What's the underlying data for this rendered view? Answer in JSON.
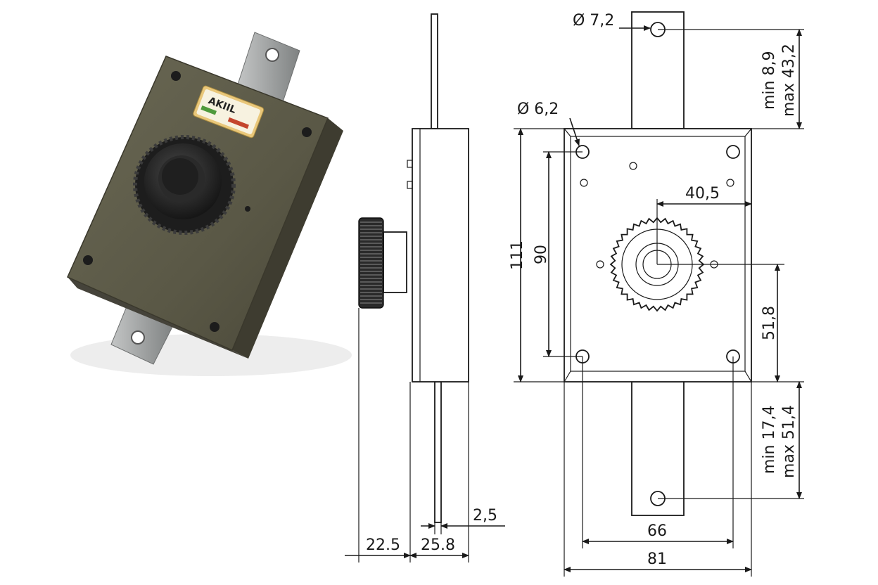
{
  "photo": {
    "logo_brand": "AKIIL",
    "colors": {
      "body": "#5b5947",
      "body_dark": "#3e3c30",
      "plate": "#9a9c9c",
      "knob": "#2a2a2a",
      "label_bg": "#e9c77a"
    }
  },
  "side_view": {
    "dims": {
      "knob_depth": "22.5",
      "body_depth": "25.8",
      "bolt_thickness": "2,5"
    }
  },
  "front_view": {
    "dims": {
      "top_hole_dia": "Ø 7,2",
      "corner_hole_dia": "Ø 6,2",
      "bolt_top_min": "min 8,9",
      "bolt_top_max": "max 43,2",
      "cyl_offset_x": "40,5",
      "height_total": "111",
      "height_holes": "90",
      "cyl_offset_y": "51,8",
      "bolt_bottom_min": "min 17,4",
      "bolt_bottom_max": "max 51,4",
      "holes_width": "66",
      "width_total": "81"
    }
  }
}
